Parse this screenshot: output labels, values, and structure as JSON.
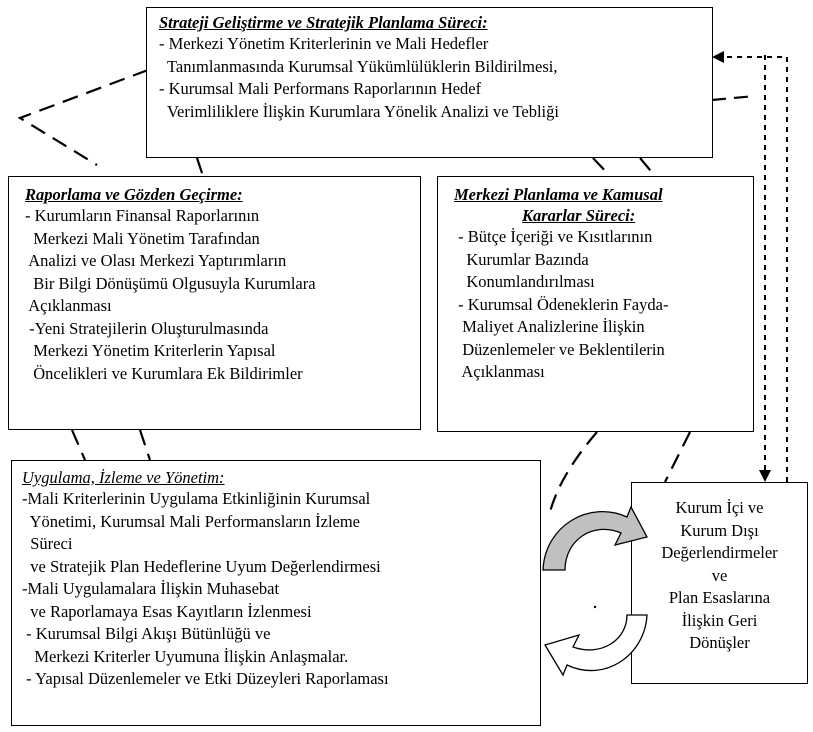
{
  "top_box": {
    "title": "Strateji  Geliştirme ve Stratejik Planlama Süreci:",
    "lines": [
      "- Merkezi Yönetim Kriterlerinin ve Mali Hedefler",
      "  Tanımlanmasında Kurumsal Yükümlülüklerin Bildirilmesi,",
      "- Kurumsal Mali Performans Raporlarının Hedef",
      "  Verimliliklere İlişkin Kurumlara Yönelik Analizi ve Tebliği"
    ]
  },
  "left_box": {
    "title": "Raporlama ve Gözden Geçirme:",
    "lines": [
      "- Kurumların Finansal Raporlarının",
      "  Merkezi Mali Yönetim Tarafından",
      " Analizi ve Olası Merkezi Yaptırımların",
      "  Bir Bilgi Dönüşümü Olgusuyla Kurumlara",
      " Açıklanması",
      " -Yeni Stratejilerin Oluşturulmasında",
      "  Merkezi Yönetim Kriterlerin Yapısal",
      "  Öncelikleri ve Kurumlara Ek Bildirimler"
    ]
  },
  "right_box": {
    "title_line1": "Merkezi Planlama ve Kamusal",
    "title_line2": "Kararlar Süreci:",
    "lines": [
      " - Bütçe İçeriği ve Kısıtlarının",
      "   Kurumlar Bazında",
      "   Konumlandırılması",
      " - Kurumsal Ödeneklerin Fayda-",
      "  Maliyet Analizlerine İlişkin",
      "  Düzenlemeler ve Beklentilerin",
      "  Açıklanması"
    ]
  },
  "bottom_box": {
    "title": "Uygulama, İzleme ve Yönetim:",
    "lines": [
      "-Mali Kriterlerinin Uygulama Etkinliğinin Kurumsal",
      "  Yönetimi, Kurumsal Mali Performansların İzleme",
      "  Süreci",
      "  ve Stratejik Plan Hedeflerine Uyum Değerlendirmesi",
      "-Mali Uygulamalara İlişkin Muhasebat",
      "  ve Raporlamaya Esas Kayıtların İzlenmesi",
      " - Kurumsal Bilgi Akışı Bütünlüğü ve",
      "   Merkezi Kriterler Uyumuna İlişkin Anlaşmalar.",
      " - Yapısal Düzenlemeler ve Etki Düzeyleri Raporlaması"
    ]
  },
  "feedback_box": {
    "lines": [
      "Kurum İçi ve",
      "Kurum Dışı",
      "Değerlendirmeler",
      "ve",
      "Plan Esaslarına",
      "İlişkin Geri",
      "Dönüşler"
    ]
  },
  "cycle_icon": {
    "label": "recycle-arrows",
    "fill_color": "#c0c0c0",
    "stroke_color": "#000000"
  }
}
